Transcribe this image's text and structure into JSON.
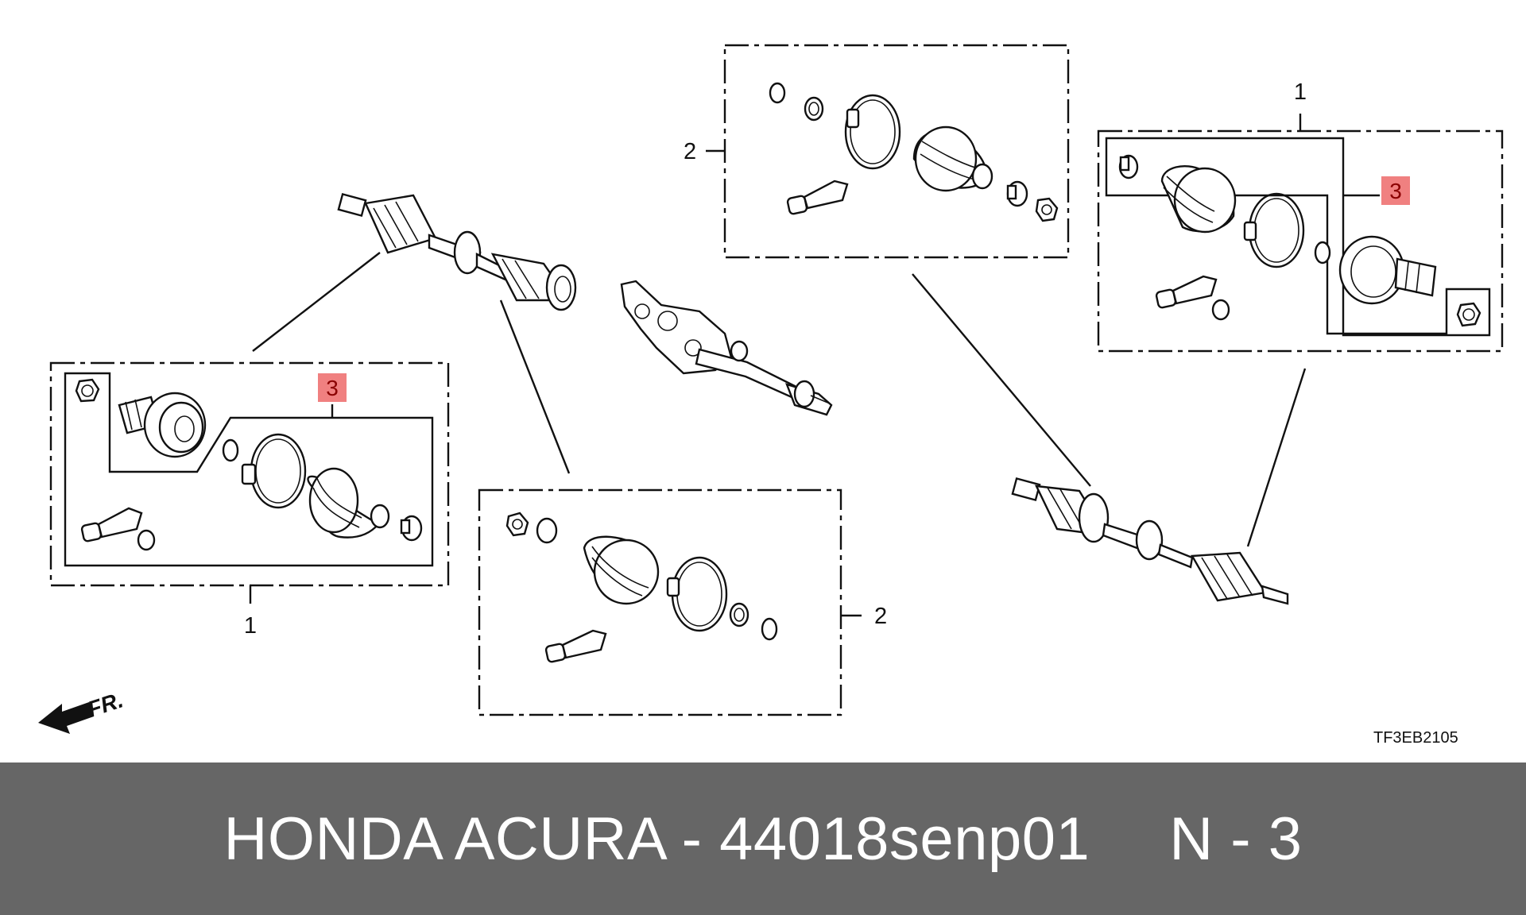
{
  "diagram": {
    "callouts": {
      "left_group_label": "1",
      "left_group_highlight": "3",
      "center_group_label": "2",
      "top_group_label": "2",
      "right_group_label": "1",
      "right_group_highlight": "3"
    },
    "direction_marker": "FR.",
    "drawing_code": "TF3EB2105",
    "colors": {
      "highlight_fill": "#f08080",
      "footer_bg": "#666666",
      "footer_text": "#ffffff"
    }
  },
  "footer": {
    "title": "HONDA ACURA - 44018senp01",
    "suffix": "N - 3"
  }
}
